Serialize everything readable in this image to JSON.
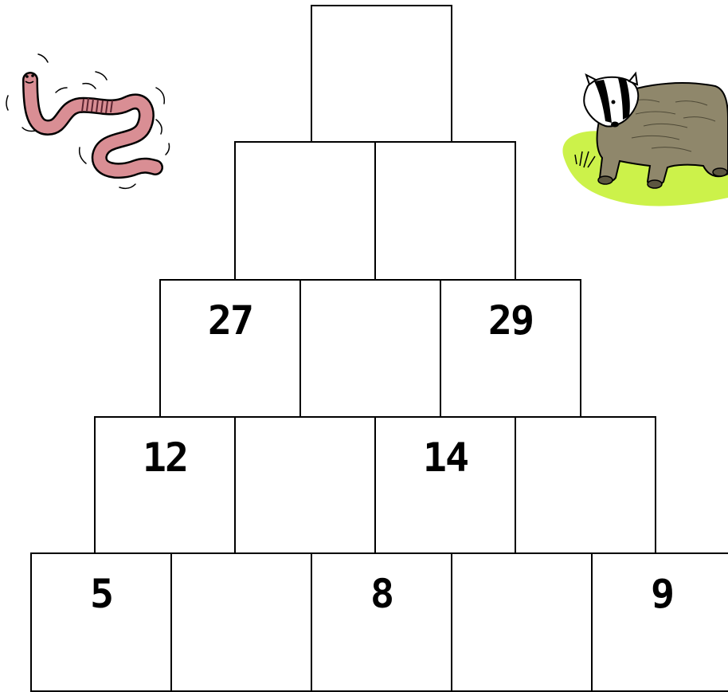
{
  "pyramid": {
    "rows": [
      {
        "row": 1,
        "cells": [
          ""
        ]
      },
      {
        "row": 2,
        "cells": [
          "",
          ""
        ]
      },
      {
        "row": 3,
        "cells": [
          "27",
          "",
          "29"
        ]
      },
      {
        "row": 4,
        "cells": [
          "12",
          "",
          "14",
          ""
        ]
      },
      {
        "row": 5,
        "cells": [
          "5",
          "",
          "8",
          "",
          "9"
        ]
      }
    ]
  },
  "illustrations": {
    "left": "worm-illustration",
    "right": "badger-illustration"
  },
  "colors": {
    "worm": "#d98e94",
    "grass": "#ccf24a",
    "badger": "#8f876b"
  }
}
